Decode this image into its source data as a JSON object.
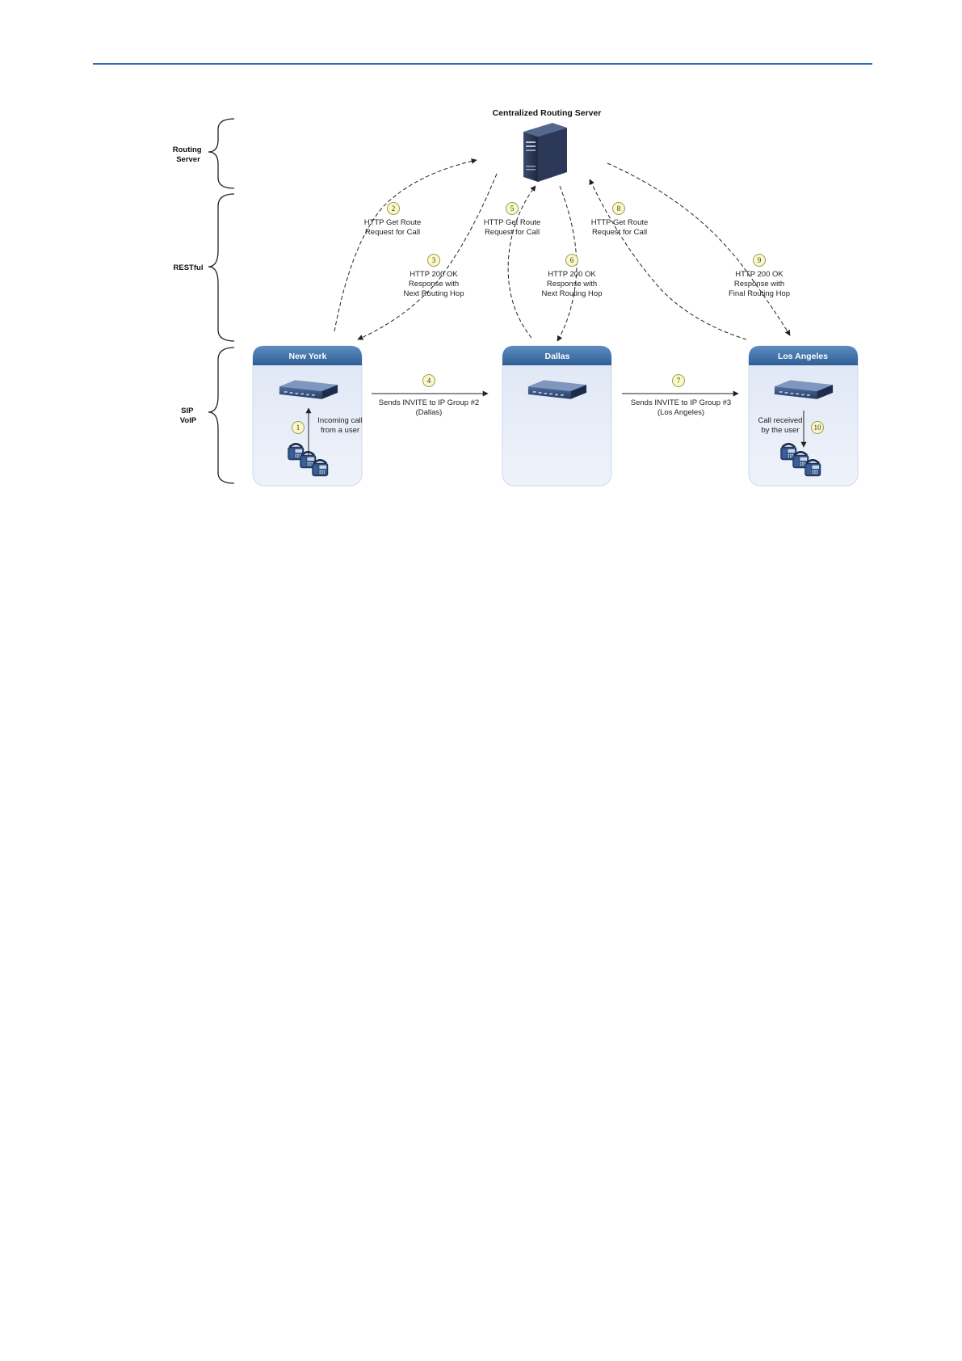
{
  "server": {
    "title": "Centralized Routing Server"
  },
  "layers": {
    "routing_server": [
      "Routing",
      "Server"
    ],
    "restful": [
      "RESTful"
    ],
    "sip_voip": [
      "SIP",
      "VoIP"
    ]
  },
  "sites": {
    "new_york": "New York",
    "dallas": "Dallas",
    "los_angeles": "Los Angeles"
  },
  "steps": {
    "s1": {
      "num": "1",
      "lines": [
        "Incoming call",
        "from a user"
      ]
    },
    "s2": {
      "num": "2",
      "lines": [
        "HTTP Get Route",
        "Request for Call"
      ]
    },
    "s3": {
      "num": "3",
      "lines": [
        "HTTP 200 OK",
        "Response with",
        "Next Routing Hop"
      ]
    },
    "s4": {
      "num": "4",
      "lines": [
        "Sends INVITE to IP Group #2",
        "(Dallas)"
      ]
    },
    "s5": {
      "num": "5",
      "lines": [
        "HTTP Get Route",
        "Request for Call"
      ]
    },
    "s6": {
      "num": "6",
      "lines": [
        "HTTP 200 OK",
        "Response with",
        "Next Routing Hop"
      ]
    },
    "s7": {
      "num": "7",
      "lines": [
        "Sends INVITE to IP Group #3",
        "(Los Angeles)"
      ]
    },
    "s8": {
      "num": "8",
      "lines": [
        "HTTP Get Route",
        "Request for Call"
      ]
    },
    "s9": {
      "num": "9",
      "lines": [
        "HTTP 200 OK",
        "Response with",
        "Final Routing Hop"
      ]
    },
    "s10": {
      "num": "10",
      "lines": [
        "Call received",
        "by the user"
      ]
    }
  },
  "colors": {
    "header_rule": "#2e6eb5",
    "site_header": "#3a6ea5",
    "site_body": "#e8eef8",
    "step_badge": "#fbf8c8",
    "step_badge_border": "#9a9a50",
    "server_body": "#2a3550",
    "device_body": "#2b3f66"
  },
  "icons": [
    "server-icon",
    "gateway-device-icon",
    "ip-phone-icon",
    "curly-brace-icon"
  ]
}
